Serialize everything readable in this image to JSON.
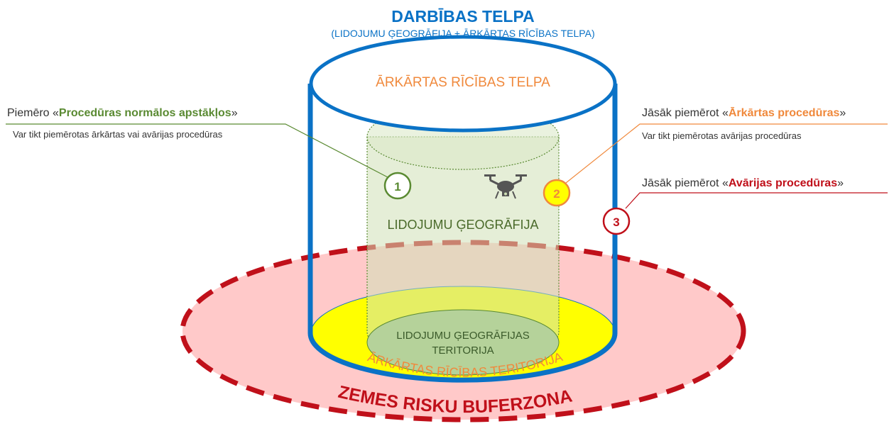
{
  "title": {
    "main": "DARBĪBAS TELPA",
    "sub": "(LIDOJUMU ĢEOGRĀFIJA + ĀRKĀRTAS RĪCĪBAS TELPA)"
  },
  "cylinder": {
    "outer_top_label": "ĀRKĀRTAS RĪCĪBAS TELPA",
    "inner_label": "LIDOJUMU ĢEOGRĀFIJA",
    "inner_territory_line1": "LIDOJUMU ĢEOGRĀFIJAS",
    "inner_territory_line2": "TERITORIJA",
    "contingency_territory": "ĀRKĀRTAS RĪCĪBAS TERITORIJA",
    "buffer_label": "ZEMES RISKU BUFERZONA"
  },
  "markers": [
    {
      "num": "1"
    },
    {
      "num": "2"
    },
    {
      "num": "3"
    }
  ],
  "callouts": {
    "c1_prefix": "Piemēro «",
    "c1_bold": "Procedūras normālos apstākļos",
    "c1_suffix": "»",
    "c1_sub": "Var tikt piemērotas ārkārtas vai avārijas procedūras",
    "c2_prefix": "Jāsāk piemērot «",
    "c2_bold": "Ārkārtas procedūras",
    "c2_suffix": "»",
    "c2_sub": "Var tikt piemērotas avārijas procedūras",
    "c3_prefix": "Jāsāk piemērot «",
    "c3_bold": "Avārijas procedūras",
    "c3_suffix": "»"
  },
  "colors": {
    "blue": "#0a72c6",
    "green": "#5a8a32",
    "orange": "#f0893c",
    "red": "#c0101a",
    "yellow": "#ffff00",
    "buffer_fill": "#ffc9c9",
    "inner_fill": "#cfe0b6"
  },
  "icons": [
    "drone-icon"
  ]
}
